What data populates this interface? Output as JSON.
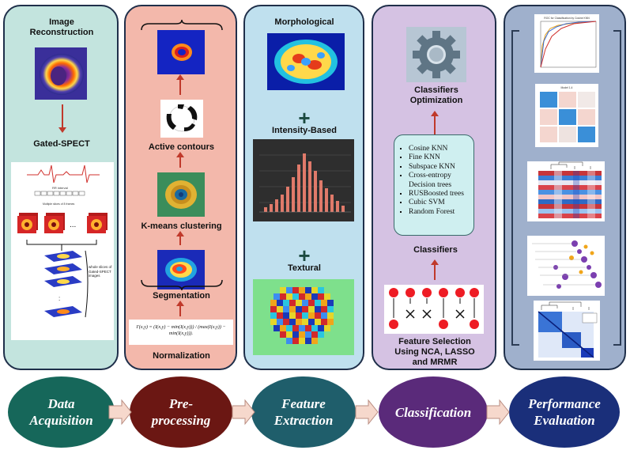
{
  "panels": {
    "acquisition": {
      "title": "Image Reconstruction",
      "subtitle": "Gated-SPECT",
      "stack_caption": "whole slices of Gated-SPECT images",
      "signal_caption": "Multiple slices of 8 frames",
      "rr_label": "RR interval"
    },
    "preprocessing": {
      "active_contours": "Active contours",
      "kmeans": "K-means clustering",
      "segmentation": "Segmentation",
      "normalization": "Normalization",
      "formula": "I′(x,y) = (I(x,y) − min(I(x,y))) / (max(I(x,y)) − min(I(x,y)))."
    },
    "extraction": {
      "morphological": "Morphological",
      "intensity": "Intensity-Based",
      "textural": "Textural"
    },
    "classification": {
      "optimization": "Classifiers Optimization",
      "classifiers_label": "Classifiers",
      "classifiers": [
        "Cosine KNN",
        "Fine KNN",
        "Subspace KNN",
        "Cross-entropy Decision trees",
        "RUSBoosted trees",
        "Cubic SVM",
        "Random Forest"
      ],
      "feature_selection": "Feature Selection Using NCA, LASSO and MRMR"
    },
    "evaluation": {
      "roc_title": "ROC for Classification by Cosine KNN",
      "cm_title": "Model 1.4"
    }
  },
  "stages": [
    {
      "label": "Data\nAcquisition",
      "color": "#16675a"
    },
    {
      "label": "Pre-\nprocessing",
      "color": "#6b1713"
    },
    {
      "label": "Feature\nExtraction",
      "color": "#1f5e6b"
    },
    {
      "label": "Classification",
      "color": "#5a2a7a"
    },
    {
      "label": "Performance\nEvaluation",
      "color": "#1a2f7a"
    }
  ],
  "icons": {
    "plus": "plus-icon",
    "gear": "gear-icon",
    "stage_arrow": "chevron-right-arrow-icon"
  }
}
